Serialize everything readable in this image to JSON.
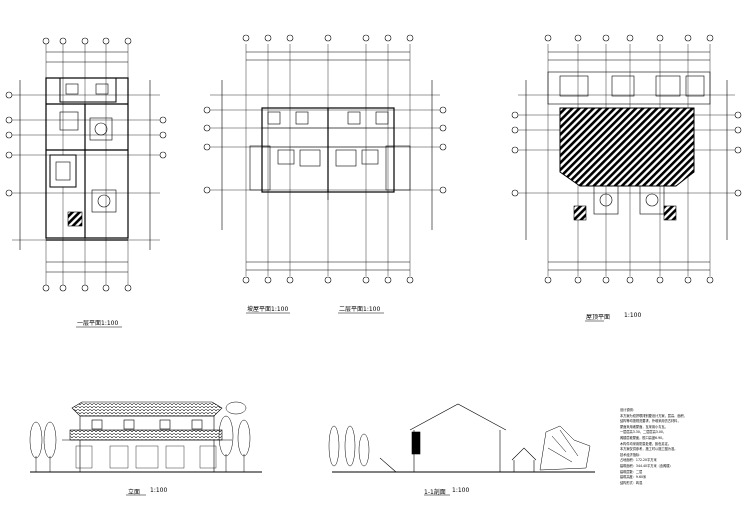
{
  "drawings": [
    {
      "id": "plan-1",
      "caption": "一层平面1:100"
    },
    {
      "id": "plan-2a",
      "caption": "坡屋平面1:100"
    },
    {
      "id": "plan-2b",
      "caption": "二层平面1:100"
    },
    {
      "id": "roof",
      "caption": "屋顶平面",
      "scale": "1:100"
    },
    {
      "id": "elev",
      "caption": "立面",
      "scale": "1:100"
    },
    {
      "id": "section",
      "caption": "1-1剖面",
      "scale": "1:100"
    }
  ],
  "notes": {
    "title": "设计说明：",
    "lines": [
      "本方案为双拼联排别墅设计方案，层高、面积、",
      "结构等均按规范要求，外墙采用仿古材料，",
      "屋面采用坡屋面，瓦采用小青瓦。",
      "一层层高3.30，二层层高3.00，",
      "阁楼层坡屋面，檐口高度6.90。",
      "木构件均采用防腐处理，颜色另定。",
      "本方案仅供参考，施工时以施工图为准。",
      "技术经济指标：",
      "占地面积：172.20平方米",
      "建筑面积：344.40平方米（含阁楼）",
      "建筑层数：二层",
      "建筑高度：9.60米",
      "结构形式：砖混"
    ]
  },
  "colors": {
    "line": "#000000",
    "paper": "#ffffff"
  }
}
